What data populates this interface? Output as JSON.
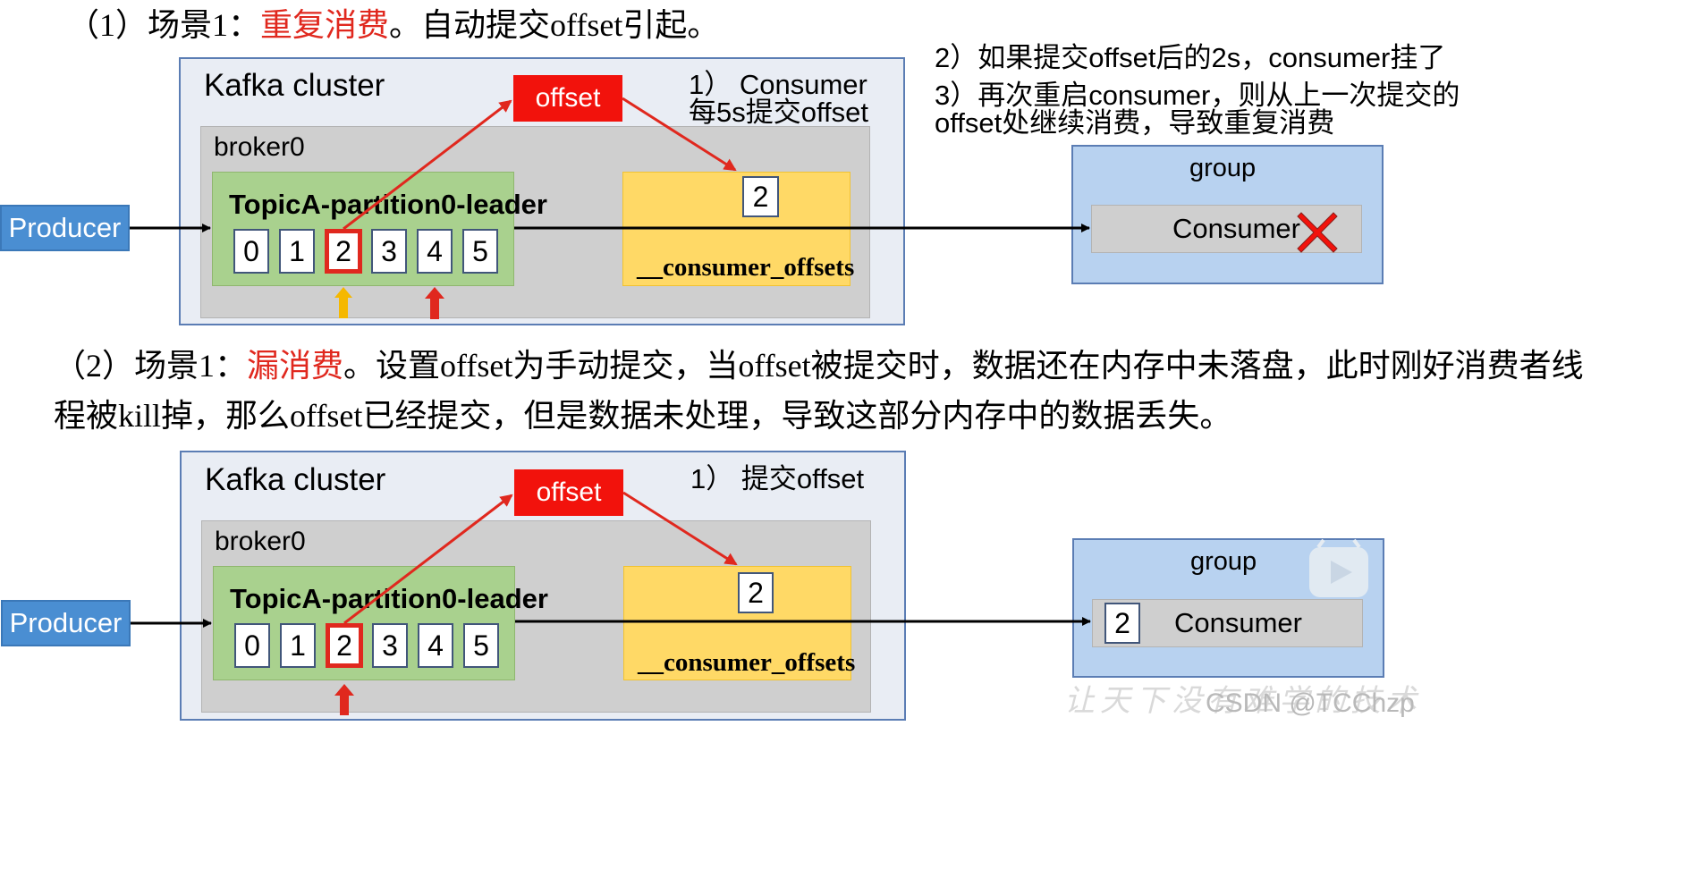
{
  "scene1": {
    "heading_prefix": "（1）场景1：",
    "heading_highlight": "重复消费",
    "heading_suffix": "。自动提交offset引起。",
    "cluster_title": "Kafka cluster",
    "broker_label": "broker0",
    "partition_title": "TopicA-partition0-leader",
    "cells": [
      "0",
      "1",
      "2",
      "3",
      "4",
      "5"
    ],
    "offset_tag": "offset",
    "step1_line1": "1） Consumer",
    "step1_line2": "每5s提交offset",
    "committed_value": "2",
    "offsets_label": "__consumer_offsets",
    "note_line1": "2）如果提交offset后的2s，consumer挂了",
    "note_line2": "3）再次重启consumer，则从上一次提交的",
    "note_line3": "offset处继续消费，导致重复消费",
    "producer": "Producer",
    "group_label": "group",
    "consumer_label": "Consumer"
  },
  "scene2": {
    "para_line1_prefix": "（2）场景1：",
    "para_line1_highlight": "漏消费",
    "para_line1_suffix": "。设置offset为手动提交，当offset被提交时，数据还在内存中未落盘，此时刚好消费者线",
    "para_line2": "程被kill掉，那么offset已经提交，但是数据未处理，导致这部分内存中的数据丢失。",
    "cluster_title": "Kafka cluster",
    "broker_label": "broker0",
    "partition_title": "TopicA-partition0-leader",
    "cells": [
      "0",
      "1",
      "2",
      "3",
      "4",
      "5"
    ],
    "offset_tag": "offset",
    "step1": "1） 提交offset",
    "committed_value": "2",
    "offsets_label": "__consumer_offsets",
    "producer": "Producer",
    "group_label": "group",
    "consumer_value": "2",
    "consumer_label": "Consumer"
  },
  "watermark": {
    "cursive": "让天下没有难学的技术",
    "csdn": "CSDN @TCChzp"
  },
  "colors": {
    "red": "#e0281e",
    "yellow_arrow": "#f5b800",
    "cluster_border": "#5b7db4"
  }
}
